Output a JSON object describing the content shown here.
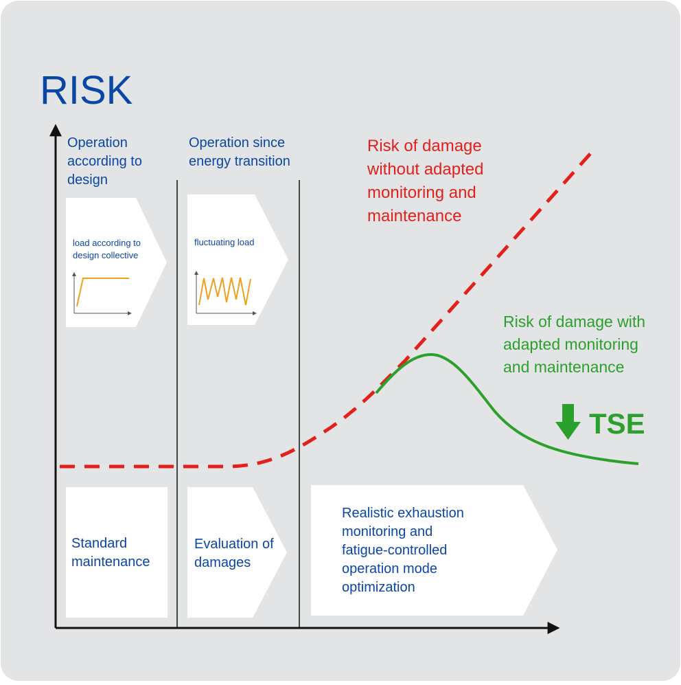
{
  "title": "RISK",
  "phases": [
    {
      "lines": [
        "Operation",
        "according to",
        "design"
      ]
    },
    {
      "lines": [
        "Operation since",
        "energy transition"
      ]
    }
  ],
  "load_cards": [
    {
      "lines": [
        "load according to",
        "design collective"
      ]
    },
    {
      "lines": [
        "fluctuating load"
      ]
    }
  ],
  "maintenance_cards": [
    {
      "lines": [
        "Standard",
        "maintenance"
      ]
    },
    {
      "lines": [
        "Evaluation of",
        "damages"
      ]
    },
    {
      "lines": [
        "Realistic exhaustion",
        "monitoring and",
        "fatigue-controlled",
        "operation mode",
        "optimization"
      ]
    }
  ],
  "curves": {
    "without": {
      "lines": [
        "Risk of damage",
        "without adapted",
        "monitoring and",
        "maintenance"
      ],
      "color": "#e3201b"
    },
    "with": {
      "lines": [
        "Risk of damage with",
        "adapted monitoring",
        "and maintenance"
      ],
      "color": "#2ca02c"
    }
  },
  "badge": {
    "label": "TSE",
    "color": "#2ca02c"
  },
  "colors": {
    "background": "#e3e4e5",
    "blue": "#0a46a5",
    "card": "#ffffff",
    "axis": "#111111",
    "mini_chart": "#f0a020"
  }
}
